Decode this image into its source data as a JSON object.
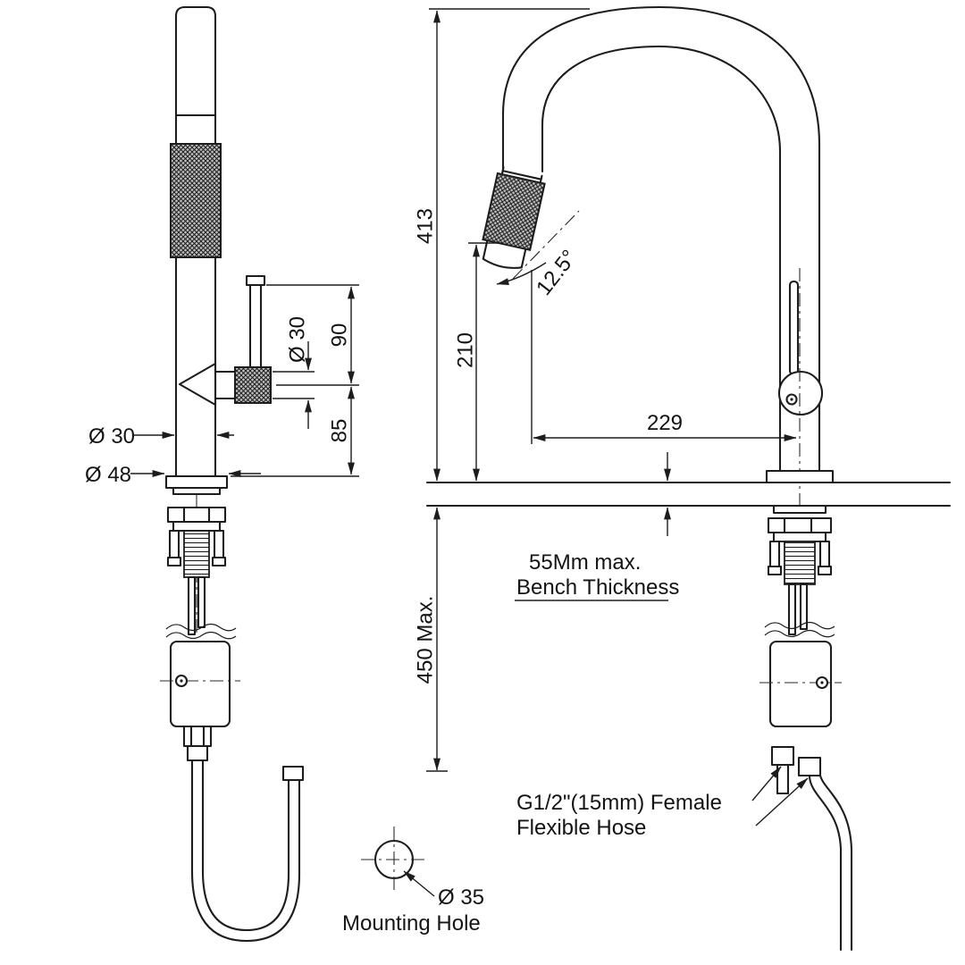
{
  "drawing": {
    "background": "#ffffff",
    "line_color": "#1d1d1d"
  },
  "left_view": {
    "dims": {
      "body_diameter": "Ø 30",
      "base_diameter": "Ø 48",
      "outlet_diameter": "Ø 30",
      "outlet_height": "90",
      "outlet_to_base": "85"
    }
  },
  "right_view": {
    "dims": {
      "overall_height": "413",
      "spout_clearance": "210",
      "spout_reach": "229",
      "spout_angle": "12.5°",
      "under_bench_max": "450 Max."
    },
    "notes": {
      "bench_line1": "55Mm max.",
      "bench_line2": "Bench Thickness",
      "hose_line1": "G1/2\"(15mm) Female",
      "hose_line2": "Flexible Hose"
    }
  },
  "mounting_detail": {
    "hole_diameter": "Ø 35",
    "label": "Mounting Hole"
  }
}
